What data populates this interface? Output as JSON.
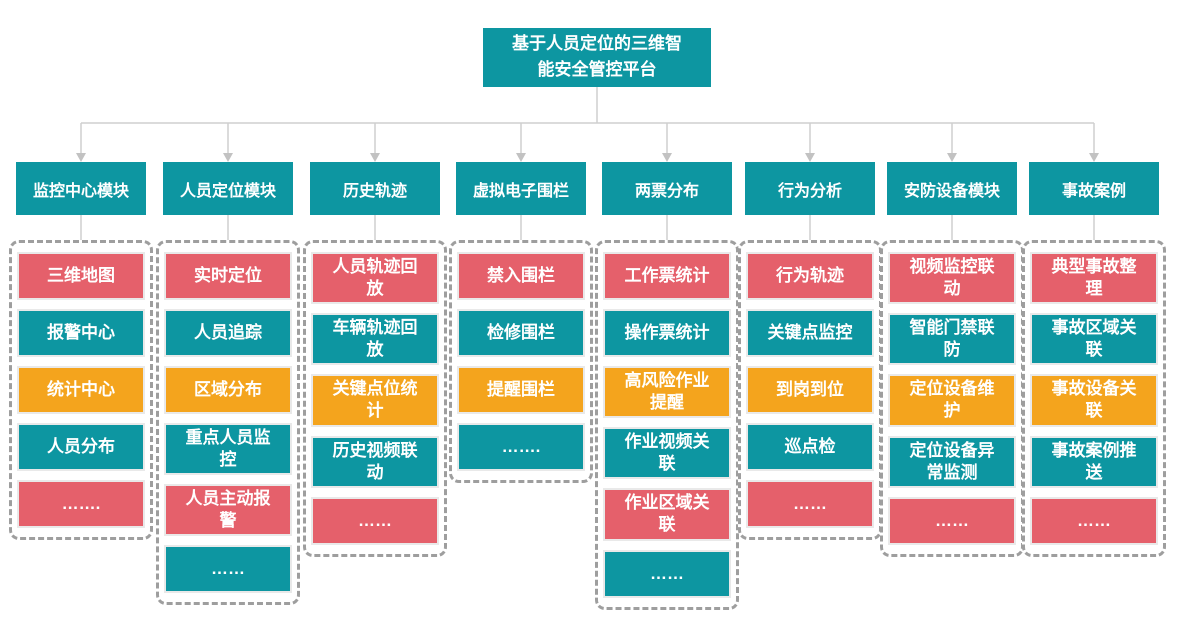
{
  "title": {
    "line1": "基于人员定位的三维智",
    "line2": "能安全管控平台"
  },
  "palette": {
    "teal": "#0D96A1",
    "red": "#E5606B",
    "orange": "#F4A41D",
    "dash_border": "#9E9E9E",
    "connector_line": "#CFCFCF",
    "connector_arrow": "#C2C2C2"
  },
  "columns": [
    {
      "header": "监控中心模块",
      "items": [
        {
          "label": "三维地图",
          "color": "#E5606B"
        },
        {
          "label": "报警中心",
          "color": "#0D96A1"
        },
        {
          "label": "统计中心",
          "color": "#F4A41D"
        },
        {
          "label": "人员分布",
          "color": "#0D96A1"
        },
        {
          "label": "…….",
          "color": "#E5606B"
        }
      ]
    },
    {
      "header": "人员定位模块",
      "items": [
        {
          "label": "实时定位",
          "color": "#E5606B"
        },
        {
          "label": "人员追踪",
          "color": "#0D96A1"
        },
        {
          "label": "区域分布",
          "color": "#F4A41D"
        },
        {
          "label": "重点人员监控",
          "color": "#0D96A1"
        },
        {
          "label": "人员主动报警",
          "color": "#E5606B"
        },
        {
          "label": "……",
          "color": "#0D96A1"
        }
      ]
    },
    {
      "header": "历史轨迹",
      "items": [
        {
          "label": "人员轨迹回放",
          "color": "#E5606B"
        },
        {
          "label": "车辆轨迹回放",
          "color": "#0D96A1"
        },
        {
          "label": "关键点位统计",
          "color": "#F4A41D"
        },
        {
          "label": "历史视频联动",
          "color": "#0D96A1"
        },
        {
          "label": "……",
          "color": "#E5606B"
        }
      ]
    },
    {
      "header": "虚拟电子围栏",
      "items": [
        {
          "label": "禁入围栏",
          "color": "#E5606B"
        },
        {
          "label": "检修围栏",
          "color": "#0D96A1"
        },
        {
          "label": "提醒围栏",
          "color": "#F4A41D"
        },
        {
          "label": "…….",
          "color": "#0D96A1"
        }
      ]
    },
    {
      "header": "两票分布",
      "items": [
        {
          "label": "工作票统计",
          "color": "#E5606B"
        },
        {
          "label": "操作票统计",
          "color": "#0D96A1"
        },
        {
          "label": "高风险作业提醒",
          "color": "#F4A41D"
        },
        {
          "label": "作业视频关联",
          "color": "#0D96A1"
        },
        {
          "label": "作业区域关联",
          "color": "#E5606B"
        },
        {
          "label": "……",
          "color": "#0D96A1"
        }
      ]
    },
    {
      "header": "行为分析",
      "items": [
        {
          "label": "行为轨迹",
          "color": "#E5606B"
        },
        {
          "label": "关键点监控",
          "color": "#0D96A1"
        },
        {
          "label": "到岗到位",
          "color": "#F4A41D"
        },
        {
          "label": "巡点检",
          "color": "#0D96A1"
        },
        {
          "label": "……",
          "color": "#E5606B"
        }
      ]
    },
    {
      "header": "安防设备模块",
      "items": [
        {
          "label": "视频监控联动",
          "color": "#E5606B"
        },
        {
          "label": "智能门禁联防",
          "color": "#0D96A1"
        },
        {
          "label": "定位设备维护",
          "color": "#F4A41D"
        },
        {
          "label": "定位设备异常监测",
          "color": "#0D96A1"
        },
        {
          "label": "……",
          "color": "#E5606B"
        }
      ]
    },
    {
      "header": "事故案例",
      "items": [
        {
          "label": "典型事故整理",
          "color": "#E5606B"
        },
        {
          "label": "事故区域关联",
          "color": "#0D96A1"
        },
        {
          "label": "事故设备关联",
          "color": "#F4A41D"
        },
        {
          "label": "事故案例推送",
          "color": "#0D96A1"
        },
        {
          "label": "……",
          "color": "#E5606B"
        }
      ]
    }
  ]
}
